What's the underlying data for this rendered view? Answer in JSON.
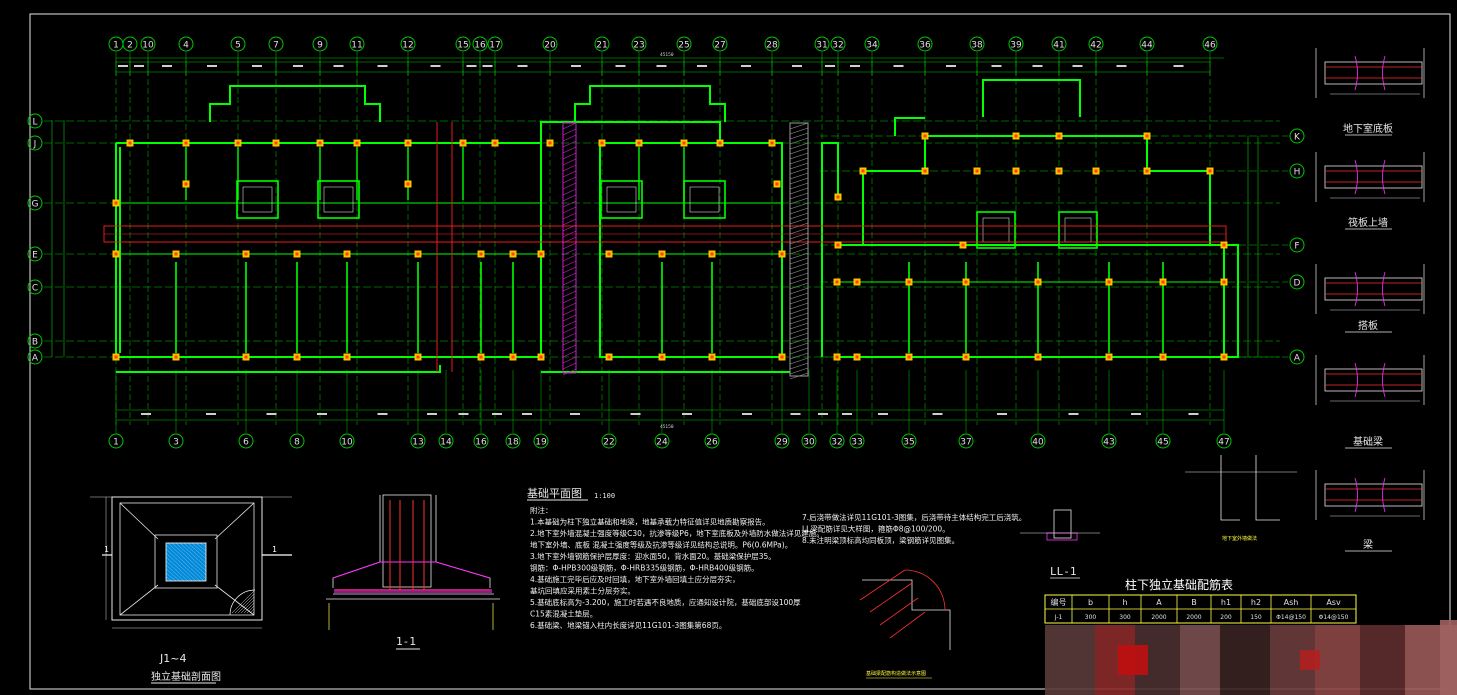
{
  "drawing": {
    "axes_top": [
      "1",
      "2",
      "10",
      "4",
      "5",
      "7",
      "9",
      "11",
      "12",
      "15",
      "16",
      "17",
      "20",
      "21",
      "23",
      "25",
      "27",
      "28",
      "31",
      "32",
      "34",
      "36",
      "38",
      "39",
      "41",
      "42",
      "44",
      "46"
    ],
    "axes_bottom": [
      "1",
      "3",
      "6",
      "8",
      "10",
      "13",
      "14",
      "16",
      "18",
      "19",
      "22",
      "24",
      "26",
      "29",
      "30",
      "32",
      "33",
      "35",
      "37",
      "40",
      "43",
      "45",
      "47"
    ],
    "axes_left": [
      "L",
      "J",
      "G",
      "E",
      "C",
      "B",
      "A"
    ],
    "axes_right": [
      "K",
      "H",
      "F",
      "D",
      "A"
    ],
    "overall_dim": "45150",
    "colors": {
      "background": "#000000",
      "grid": "#00c800",
      "wall": "#00ff00",
      "column": "#ffc000",
      "beam": "#ff2020",
      "text": "#ffffff",
      "hatch_grey": "#9a9a9a",
      "hatch_magenta": "#d020d0"
    }
  },
  "titles": {
    "plan": "基础平面图",
    "plan_scale": "1:100",
    "detail_j1": "J1~4",
    "isolated_section": "独立基础剖面图",
    "section_1_1": "1-1",
    "ll1": "LL-1",
    "col_table": "柱下独立基础配筋表"
  },
  "side_details": [
    "地下室底板",
    "筏板上墙",
    "搭板",
    "基础梁",
    "梁"
  ],
  "notes": [
    "附注：",
    "1.本基础为柱下独立基础和地梁，地基承载力特征值详见地质勘察报告。",
    "2.地下室外墙混凝土强度等级C30，抗渗等级P6，地下室底板及外墙防水做法详见建施。",
    "  地下室外墙、底板 混凝土强度等级及抗渗等级详见结构总说明。P6(0.6MPa)。",
    "3.地下室外墙钢筋保护层厚度：迎水面50，背水面20。基础梁保护层35。",
    "  钢筋：Φ-HPB300级钢筋，Φ-HRB335级钢筋，Φ-HRB400级钢筋。",
    "4.基础施工完毕后应及时回填，地下室外墙回填土应分层夯实，",
    "  基坑回填应采用素土分层夯实。",
    "5.基础底标高为-3.200，施工时若遇不良地质，应通知设计院，基础底部设100厚",
    "  C15素混凝土垫层。",
    "6.基础梁、地梁锚入柱内长度详见11G101-3图集第68页。"
  ],
  "notes_right": [
    "7.后浇带做法详见11G101-3图集，后浇带待主体结构完工后浇筑。",
    "  LL梁配筋详见大样图，箍筋Φ8@100/200。",
    "8.未注明梁顶标高均同板顶，梁钢筋详见图集。"
  ],
  "table": {
    "headers": [
      "编号",
      "b",
      "h",
      "A",
      "B",
      "h1",
      "h2",
      "Ash",
      "Asv"
    ],
    "rows": [
      [
        "J-1",
        "300",
        "300",
        "2000",
        "2000",
        "200",
        "150",
        "Φ14@150",
        "Φ14@150"
      ]
    ]
  },
  "misc_labels": [
    "基础梁配筋构造做法示意图",
    "地下室外墙做法"
  ]
}
